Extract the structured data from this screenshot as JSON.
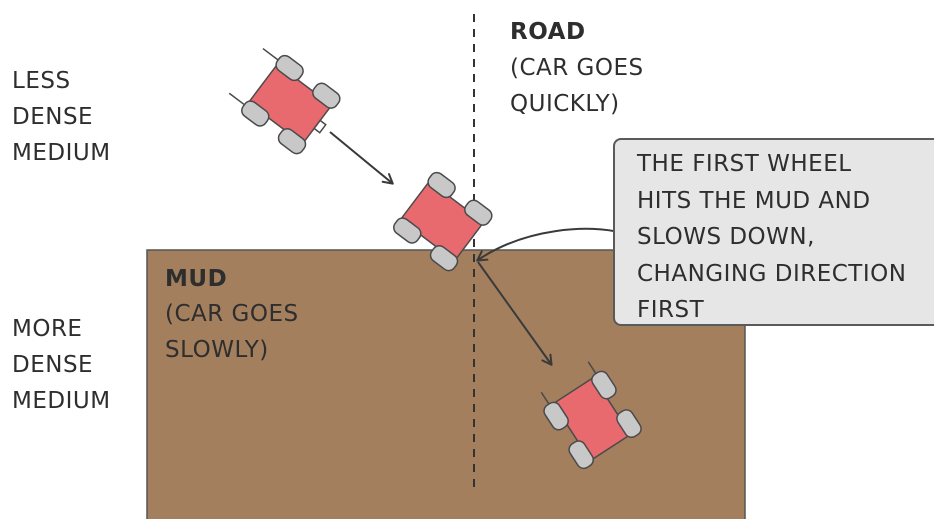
{
  "labels": {
    "less_dense": [
      "LESS",
      "DENSE",
      "MEDIUM"
    ],
    "more_dense": [
      "MORE",
      "DENSE",
      "MEDIUM"
    ],
    "road_title": "ROAD",
    "road_sub": [
      "(CAR GOES",
      "QUICKLY)"
    ],
    "mud_title": "MUD",
    "mud_sub": [
      "(CAR GOES",
      "SLOWLY)"
    ]
  },
  "callout": {
    "lines": [
      "THE FIRST WHEEL",
      "HITS THE MUD AND",
      "SLOWS DOWN,",
      "CHANGING DIRECTION",
      "FIRST"
    ]
  },
  "colors": {
    "mud": "#a37f5e",
    "car_body": "#e86a6e",
    "wheel": "#c8c8c8",
    "outline": "#4a4a4a",
    "callout_bg": "#e6e6e6"
  }
}
